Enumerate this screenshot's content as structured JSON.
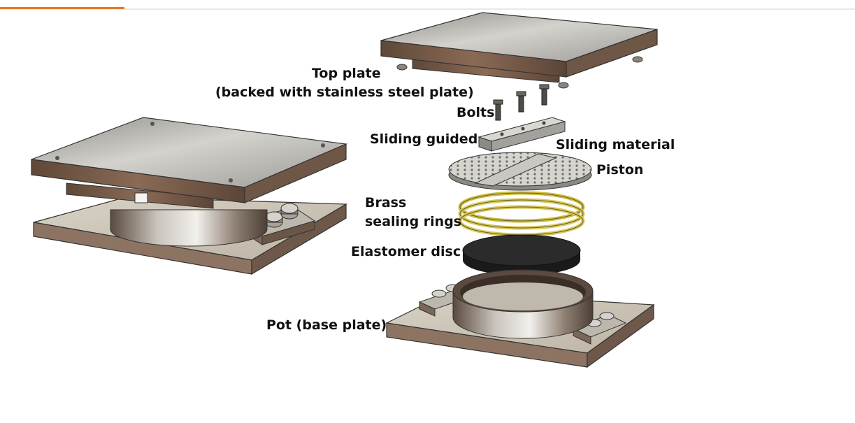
{
  "header": {
    "accent_color": "#e87722"
  },
  "diagram": {
    "labels": {
      "top_plate": "Top plate",
      "top_plate_note": "(backed with stainless steel plate)",
      "bolts": "Bolts",
      "sliding_guided": "Sliding guided",
      "sliding_material": "Sliding material",
      "piston": "Piston",
      "brass_line1": "Brass",
      "brass_line2": "sealing rings",
      "elastomer_disc": "Elastomer disc",
      "pot_base": "Pot (base plate)"
    },
    "colors": {
      "steel": "#b9b7b2",
      "rust": "#7a5a47",
      "brass": "#d8c85a",
      "rubber": "#1c1c1c"
    }
  }
}
